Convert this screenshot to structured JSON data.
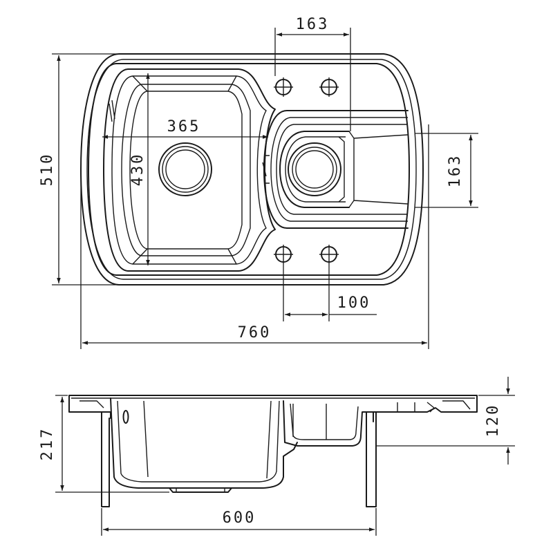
{
  "dimensions": {
    "tap_hole_spacing_top": "163",
    "bowl_width": "365",
    "bowl_length": "430",
    "overall_depth": "510",
    "drainer_bowl_width": "163",
    "tap_hole_spacing_bottom": "100",
    "overall_width": "760",
    "bowl_height": "217",
    "drainer_height": "120",
    "cabinet_width": "600"
  },
  "colors": {
    "line": "#1a1a1a",
    "background": "#ffffff"
  }
}
